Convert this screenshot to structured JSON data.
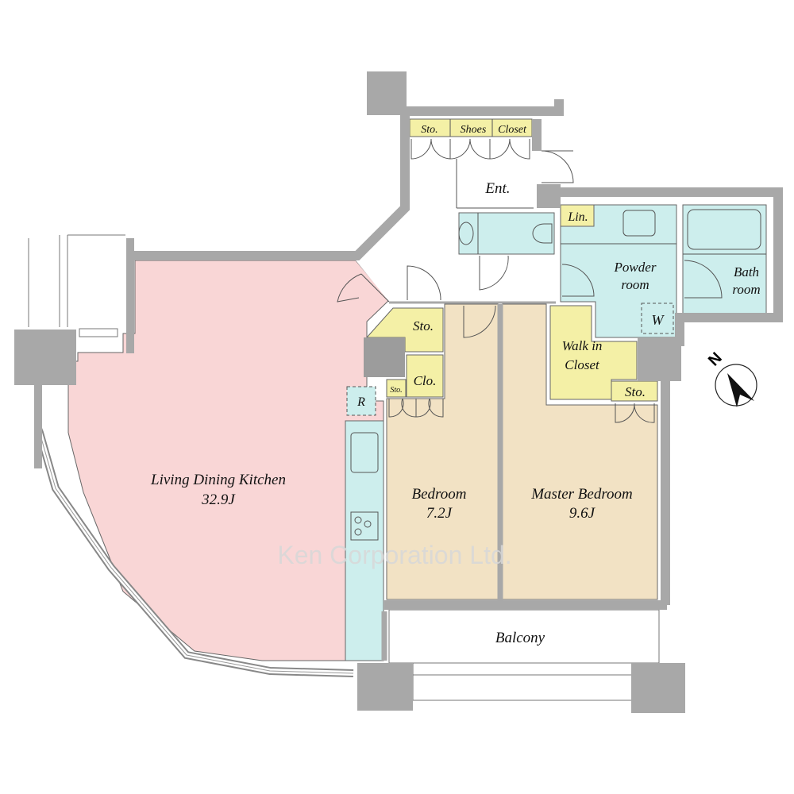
{
  "colors": {
    "living": "#f9d6d6",
    "bedroom": "#f2e2c4",
    "storage": "#f4f0a6",
    "wet": "#cdeeed",
    "wall": "#a8a8a8"
  },
  "rooms": {
    "ldk": {
      "name": "Living Dining Kitchen",
      "size": "32.9J"
    },
    "bedroom": {
      "name": "Bedroom",
      "size": "7.2J"
    },
    "master": {
      "name": "Master Bedroom",
      "size": "9.6J"
    },
    "balcony": {
      "name": "Balcony"
    },
    "entrance": {
      "name": "Ent."
    },
    "powder_line1": "Powder",
    "powder_line2": "room",
    "bath_line1": "Bath",
    "bath_line2": "room",
    "wic_line1": "Walk in",
    "wic_line2": "Closet",
    "linen": "Lin.",
    "washer": "W",
    "fridge": "R",
    "sto_entry": "Sto.",
    "shoes": "Shoes",
    "closet": "Closet",
    "sto_hall": "Sto.",
    "clo": "Clo.",
    "sto_small": "Sto.",
    "sto_master": "Sto."
  },
  "compass": {
    "label": "N"
  },
  "watermark": "Ken Corporation Ltd."
}
